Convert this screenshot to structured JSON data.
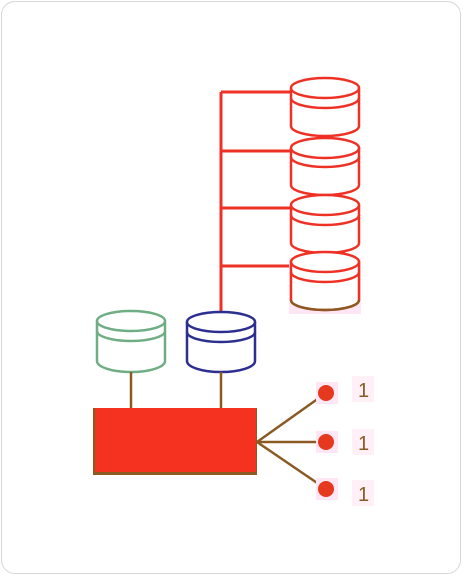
{
  "diagram": {
    "colors": {
      "red": "#ee3124",
      "fill_red": "#f4321f",
      "brown": "#8a5a22",
      "green": "#6fae84",
      "navy": "#2c2f8f",
      "pink": "#ff9fd6"
    },
    "outputs": [
      {
        "label": "1"
      },
      {
        "label": "1"
      },
      {
        "label": "1"
      }
    ]
  }
}
